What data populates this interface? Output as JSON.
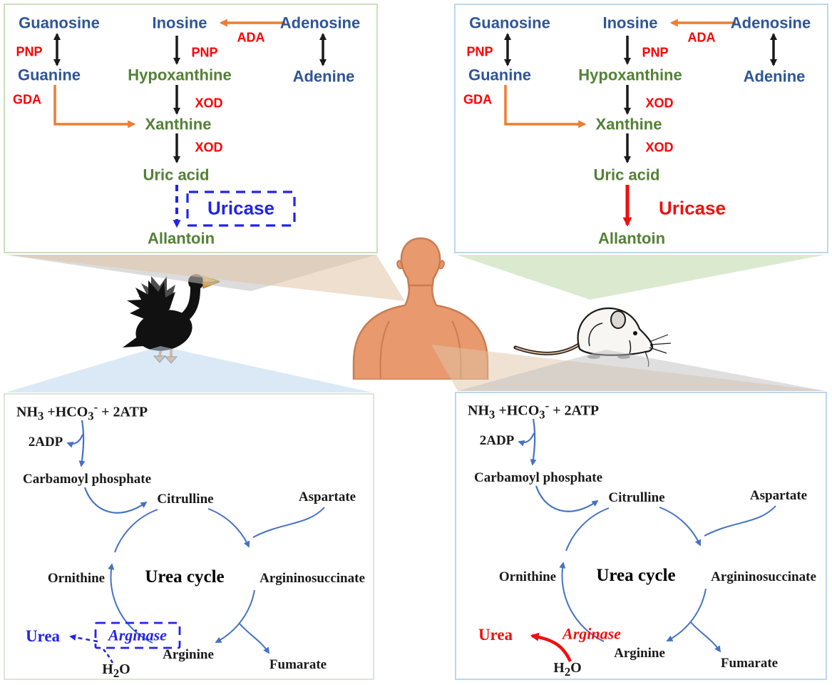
{
  "figure": {
    "purine": {
      "guanosine": "Guanosine",
      "inosine": "Inosine",
      "adenosine": "Adenosine",
      "guanine": "Guanine",
      "hypoxanthine": "Hypoxanthine",
      "adenine": "Adenine",
      "xanthine": "Xanthine",
      "uric_acid": "Uric acid",
      "allantoin": "Allantoin",
      "pnp": "PNP",
      "ada": "ADA",
      "gda": "GDA",
      "xod": "XOD",
      "uricase": "Uricase"
    },
    "urea": {
      "formula": {
        "p1": "NH",
        "s1": "3",
        "p2": " +HCO",
        "s2": "3",
        "sup": "-",
        "p3": " + 2ATP"
      },
      "adp": "2ADP",
      "carbamoyl": "Carbamoyl phosphate",
      "citrulline": "Citrulline",
      "aspartate": "Aspartate",
      "ornithine": "Ornithine",
      "cycle_title": "Urea cycle",
      "argininosuccinate": "Argininosuccinate",
      "arginine": "Arginine",
      "fumarate": "Fumarate",
      "urea": "Urea",
      "arginase": "Arginase",
      "h2o": {
        "p1": "H",
        "s1": "2",
        "p2": "O"
      }
    },
    "icons": {
      "goose": "goose-silhouette",
      "human": "human-silhouette",
      "mouse": "mouse-illustration"
    },
    "colors": {
      "metabolite_blue": "#2E5597",
      "metabolite_green": "#538135",
      "enzyme_red": "#FF0000",
      "arrow_orange": "#ED7D31",
      "arrow_black": "#1a1a1a",
      "knockout_blue": "#2323EA",
      "active_red": "#EE1010",
      "cycle_blue": "#4472C4",
      "text_black": "#1a1a1a",
      "panel_border_green": "#C9E0BC",
      "panel_border_blue": "#BDD7EE",
      "panel_border_gray_green": "#DCE4D8",
      "human_skin": "#E9996E",
      "human_outline": "#C97C52",
      "beam_tan": "#E0C5A8",
      "beam_gray": "#BFBFBF",
      "beam_green": "#B8D6A0",
      "beam_blue": "#BDD7EE"
    }
  }
}
